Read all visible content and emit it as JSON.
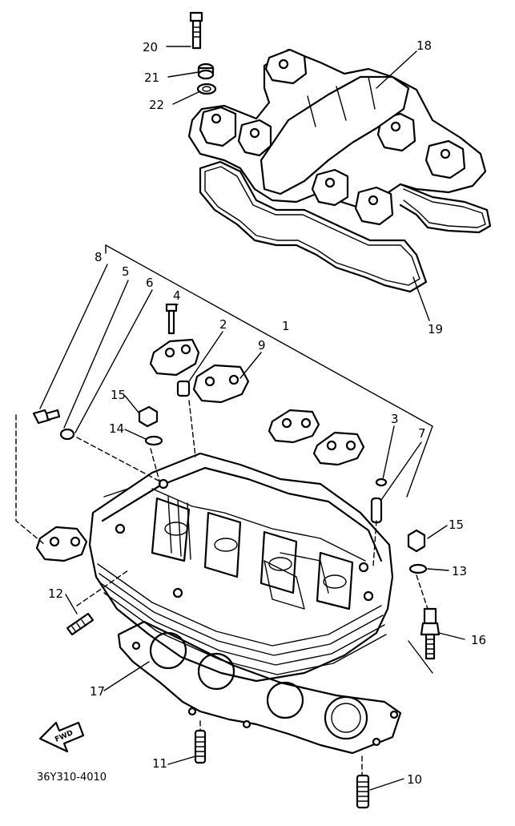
{
  "diagram_code": "36Y310-4010",
  "fwd_label": "FWD",
  "callouts": {
    "c1": "1",
    "c2": "2",
    "c3": "3",
    "c4": "4",
    "c5": "5",
    "c6": "6",
    "c7": "7",
    "c8": "8",
    "c9": "9",
    "c10": "10",
    "c11": "11",
    "c12": "12",
    "c13": "13",
    "c14": "14",
    "c15a": "15",
    "c15b": "15",
    "c16": "16",
    "c17": "17",
    "c18": "18",
    "c19": "19",
    "c20": "20",
    "c21": "21",
    "c22": "22"
  },
  "icons": [
    "forward-arrow-icon"
  ]
}
